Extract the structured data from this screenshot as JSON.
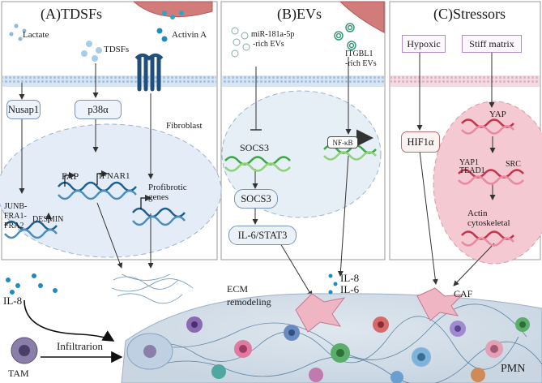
{
  "panels": {
    "a": {
      "title": "(A)TDSFs"
    },
    "b": {
      "title": "(B)EVs"
    },
    "c": {
      "title": "(C)Stressors"
    }
  },
  "panel_a": {
    "lactate": "Lactate",
    "tdsfs": "TDSFs",
    "activin": "Activin A",
    "nusap1": "Nusap1",
    "p38": "p38α",
    "fibroblast": "Fibroblast",
    "fap": "FAP",
    "ifnar1": "IFNAR1",
    "profibrotic_1": "Profibrotic",
    "profibrotic_2": "genes",
    "junb_1": "JUNB-",
    "junb_2": "FRA1-",
    "junb_3": "FRA2",
    "desmin": "DESMIN"
  },
  "panel_b": {
    "mir_1": "miR-181a-5p",
    "mir_2": "-rich EVs",
    "itgbl_1": "ITGBL1",
    "itgbl_2": "-rich EVs",
    "socs3_gene": "SOCS3",
    "nfkb": "NF-κB",
    "socs3_protein": "SOCS3",
    "il6_stat3": "IL-6/STAT3"
  },
  "panel_c": {
    "hypoxic": "Hypoxic",
    "stiff": "Stiff matrix",
    "yap": "YAP",
    "hif1a": "HIF1α",
    "yap1_tead1_1": "YAP1",
    "yap1_tead1_2": "TEAD1",
    "src": "SRC",
    "actin_1": "Actin",
    "actin_2": "cytoskeletal"
  },
  "bottom": {
    "il8_left": "IL-8",
    "il8_right": "IL-8",
    "il6_right": "IL-6",
    "ecm_1": "ECM",
    "ecm_2": "remodeling",
    "caf": "CAF",
    "tam": "TAM",
    "infiltration": "Infiltrarion",
    "pmn": "PMN"
  },
  "colors": {
    "membrane": "#c7d9ee",
    "nucleus": "#e4ecf7",
    "dna_blue": "#1f5f8b",
    "dna_green": "#3aa844",
    "dna_red": "#c8324a",
    "cell_pink": "#f4c9d2",
    "panel_border": "#9a9a9a",
    "vessel": "#d27b7b"
  }
}
